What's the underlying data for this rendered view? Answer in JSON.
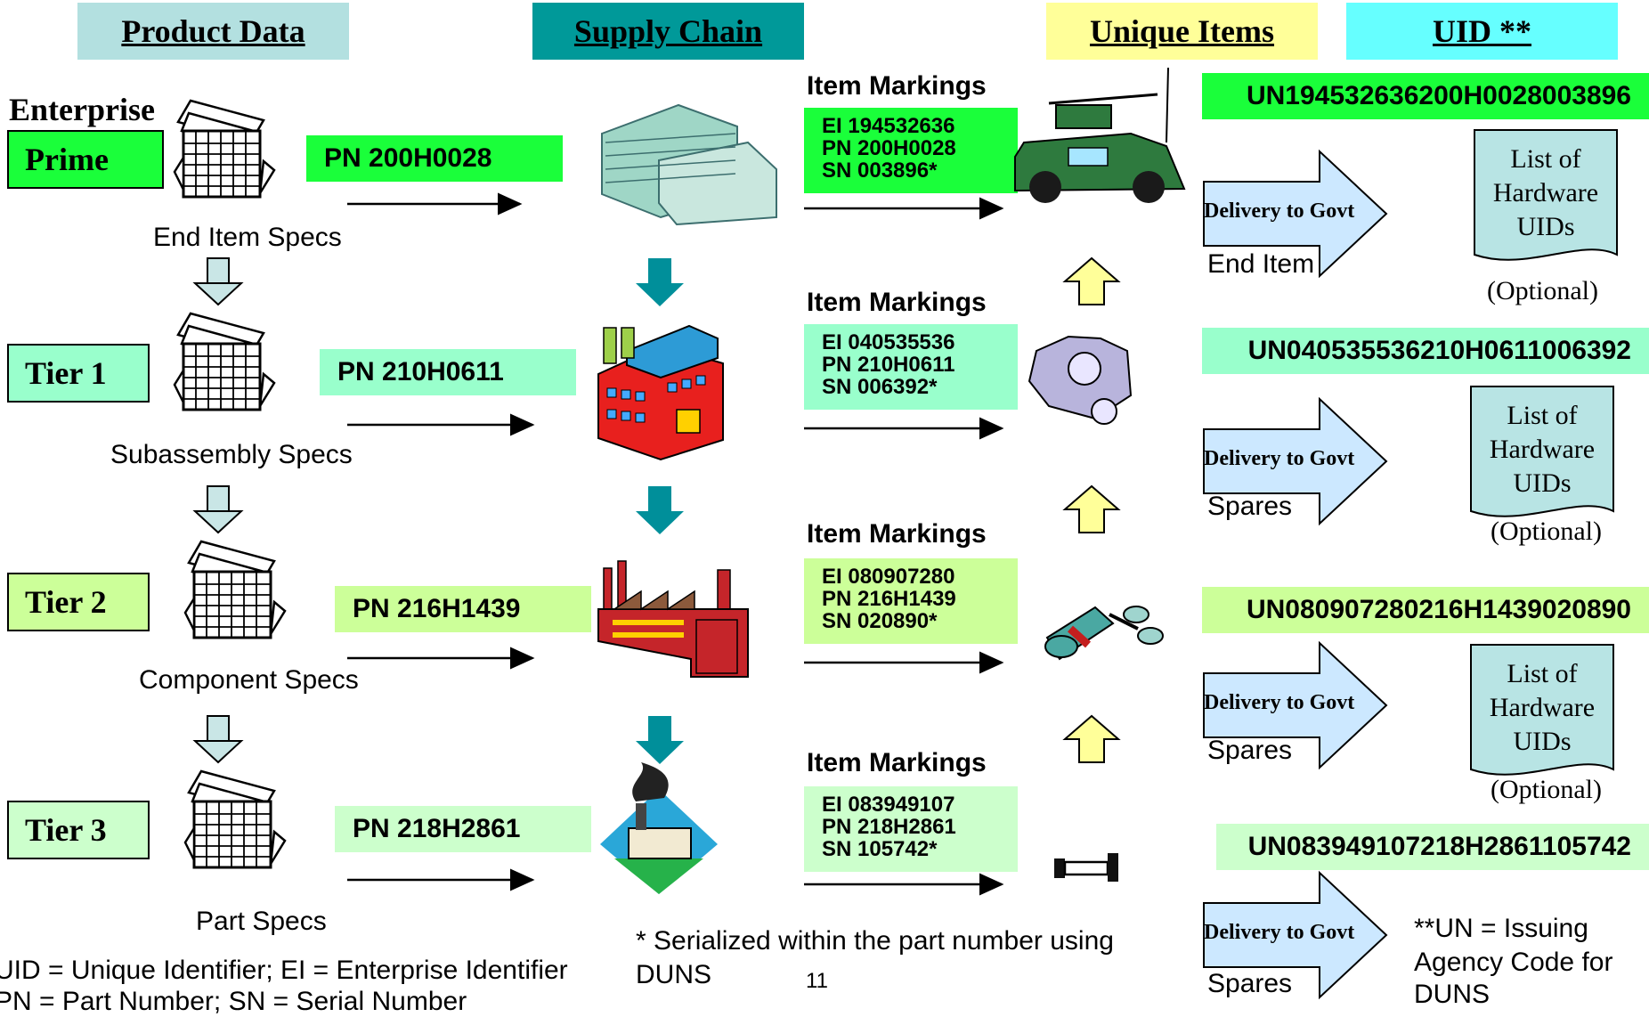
{
  "headers": {
    "product_data": "Product Data",
    "supply_chain": "Supply Chain",
    "unique_items": "Unique Items",
    "uid": "UID **"
  },
  "enterprise_label": "Enterprise",
  "tiers": [
    {
      "name": "Prime",
      "pn": "PN 200H0028",
      "spec": "End Item Specs",
      "markings_title": "Item  Markings",
      "markings": [
        "EI 194532636",
        "PN 200H0028",
        "SN 003896*"
      ],
      "uid": "UN194532636200H0028003896",
      "delivery_sub": "End Item"
    },
    {
      "name": "Tier 1",
      "pn": "PN 210H0611",
      "spec": "Subassembly Specs",
      "markings_title": "Item Markings",
      "markings": [
        "EI 040535536",
        "PN 210H0611",
        "SN 006392*"
      ],
      "uid": "UN040535536210H0611006392",
      "delivery_sub": "Spares"
    },
    {
      "name": "Tier 2",
      "pn": "PN 216H1439",
      "spec": "Component Specs",
      "markings_title": "Item Markings",
      "markings": [
        "EI 080907280",
        "PN 216H1439",
        "SN 020890*"
      ],
      "uid": "UN080907280216H1439020890",
      "delivery_sub": "Spares"
    },
    {
      "name": "Tier 3",
      "pn": "PN 218H2861",
      "spec": "Part Specs",
      "markings_title": "Item Markings",
      "markings": [
        "EI 083949107",
        "PN 218H2861",
        "SN 105742*"
      ],
      "uid": "UN083949107218H2861105742",
      "delivery_sub": "Spares"
    }
  ],
  "delivery_label": "Delivery to Govt",
  "hw_list": {
    "line1": "List of",
    "line2": "Hardware",
    "line3": "UIDs",
    "optional": "(Optional)"
  },
  "footnotes": {
    "legend1": "UID = Unique Identifier; EI = Enterprise Identifier",
    "legend2": "PN = Part Number; SN = Serial Number",
    "serialized_line1": "* Serialized within the part number using",
    "serialized_line2": "DUNS",
    "page_number": "11",
    "un_line1": "**UN = Issuing",
    "un_line2": "Agency Code for",
    "un_line3": "DUNS"
  },
  "colors": {
    "prime_green": "#1aff3a",
    "tier1_mint": "#99ffcc",
    "tier2_lime": "#ccff99",
    "tier3_pale": "#ccffcc",
    "header_product": "#b3e0e0",
    "header_supply": "#009999",
    "header_unique": "#ffff99",
    "header_uid": "#66ffff",
    "arrow_blue": "#cce8ff"
  }
}
